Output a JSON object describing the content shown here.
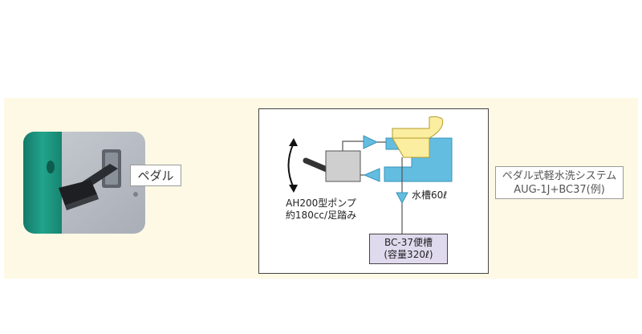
{
  "photo": {
    "pedal_label": "ペダル"
  },
  "system": {
    "title": "ペダル式軽水洗システム",
    "model": "AUG-1J+BC37(例)"
  },
  "diagram": {
    "pump_line1": "AH200型ポンプ",
    "pump_line2": "約180cc/足踏み",
    "tank_label": "水槽60ℓ",
    "toilet_line1": "BC-37便槽",
    "toilet_line2": "(容量320ℓ)"
  },
  "colors": {
    "band_background": "#fdf9e4",
    "water": "#63bde0",
    "bowl": "#fbeea0",
    "toilet_tank": "#e0daee",
    "pump": "#cfcfcf",
    "machine_green": "#1f9983"
  }
}
